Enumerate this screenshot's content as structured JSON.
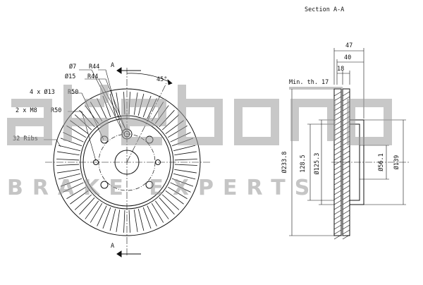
{
  "section_title": "Section A-A",
  "front_view": {
    "labels": {
      "hole_dia": "Ø7",
      "hole_r": "R44",
      "center_dia": "Ø15",
      "center_r": "R44",
      "bolt_holes": "4 x Ø13",
      "bolt_r": "R50",
      "thread_holes": "2 x M8",
      "thread_r": "R50",
      "ribs": "32 Ribs",
      "angle": "45°",
      "cut_top": "A",
      "cut_bottom": "A"
    }
  },
  "section_view": {
    "dims": {
      "width_total": "47",
      "width_hat": "40",
      "thickness": "18",
      "min_thickness": "Min. th. 17",
      "outer_dia": "Ø233.8",
      "pcd": "128.5",
      "hub_dia": "Ø125.3",
      "bore_dia": "Ø56.1",
      "hat_dia": "Ø139"
    }
  },
  "watermark": {
    "logo": "akebono",
    "tagline": "BRAKE EXPERTS"
  },
  "colors": {
    "line": "#111111",
    "watermark": "#9a9a9a"
  }
}
